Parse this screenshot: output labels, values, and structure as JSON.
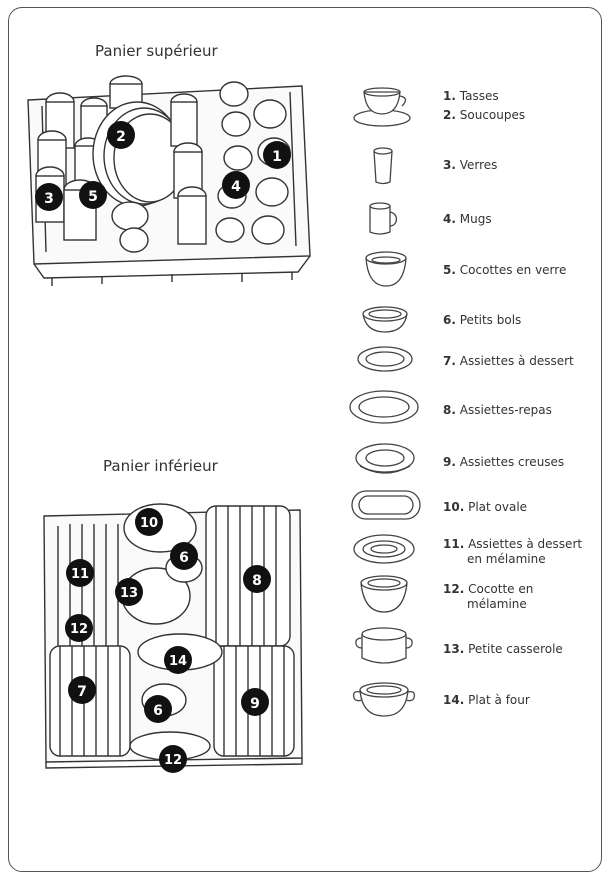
{
  "upper_basket": {
    "title": "Panier supérieur",
    "markers": [
      "1",
      "2",
      "3",
      "4",
      "5"
    ]
  },
  "lower_basket": {
    "title": "Panier inférieur",
    "markers": [
      "10",
      "6",
      "11",
      "13",
      "8",
      "12",
      "14",
      "7",
      "9",
      "6",
      "12"
    ]
  },
  "legend": [
    {
      "num": "1.",
      "label": "Tasses",
      "icon": "cup-and-saucer-icon"
    },
    {
      "num": "2.",
      "label": "Soucoupes",
      "icon": "cup-and-saucer-icon"
    },
    {
      "num": "3.",
      "label": "Verres",
      "icon": "glass-icon"
    },
    {
      "num": "4.",
      "label": "Mugs",
      "icon": "mug-icon"
    },
    {
      "num": "5.",
      "label": "Cocottes en verre",
      "icon": "glass-dish-icon"
    },
    {
      "num": "6.",
      "label": "Petits bols",
      "icon": "small-bowl-icon"
    },
    {
      "num": "7.",
      "label": "Assiettes à dessert",
      "icon": "dessert-plate-icon"
    },
    {
      "num": "8.",
      "label": "Assiettes-repas",
      "icon": "dinner-plate-icon"
    },
    {
      "num": "9.",
      "label": "Assiettes creuses",
      "icon": "soup-plate-icon"
    },
    {
      "num": "10.",
      "label": "Plat ovale",
      "icon": "oval-platter-icon"
    },
    {
      "num": "11.",
      "label": "Assiettes à dessert",
      "label2": "en mélamine",
      "icon": "melamine-plate-icon"
    },
    {
      "num": "12.",
      "label": "Cocotte en",
      "label2": "mélamine",
      "icon": "melamine-bowl-icon"
    },
    {
      "num": "13.",
      "label": "Petite casserole",
      "icon": "small-pot-icon"
    },
    {
      "num": "14.",
      "label": "Plat à four",
      "icon": "oven-dish-icon"
    }
  ]
}
